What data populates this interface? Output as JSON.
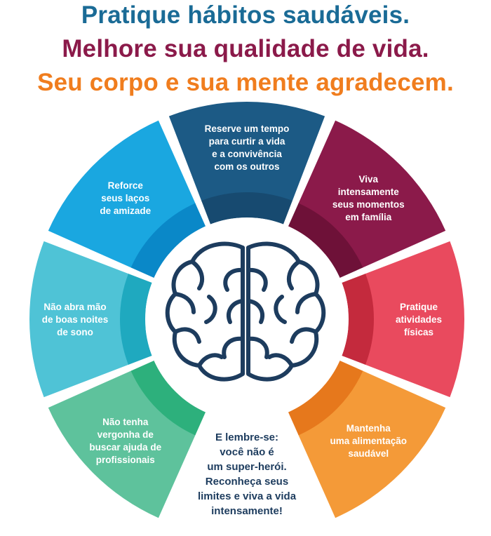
{
  "headlines": [
    {
      "text": "Pratique hábitos saudáveis.",
      "color": "#1a6b96"
    },
    {
      "text": "Melhore sua qualidade de vida.",
      "color": "#8b1a4a"
    },
    {
      "text": "Seu corpo e sua mente agradecem.",
      "color": "#f07d1e"
    }
  ],
  "segments": [
    {
      "lines": [
        "Reserve um tempo",
        "para curtir a vida",
        "e a convivência",
        "com os outros"
      ],
      "color": "#1c5a85",
      "inner_color": "#174a70"
    },
    {
      "lines": [
        "Viva",
        "intensamente",
        "seus momentos",
        "em família"
      ],
      "color": "#8b1a4a",
      "inner_color": "#6e1138"
    },
    {
      "lines": [
        "Pratique",
        "atividades",
        "físicas"
      ],
      "color": "#e94a5e",
      "inner_color": "#c42a3d"
    },
    {
      "lines": [
        "Mantenha",
        "uma alimentação",
        "saudável"
      ],
      "color": "#f49a38",
      "inner_color": "#e6781c"
    },
    {
      "lines": [],
      "color": "#ffffff",
      "inner_color": "#ffffff"
    },
    {
      "lines": [
        "Não tenha",
        "vergonha de",
        "buscar ajuda de",
        "profissionais"
      ],
      "color": "#5ec29c",
      "inner_color": "#2db07c"
    },
    {
      "lines": [
        "Não abra mão",
        "de boas noites",
        "de sono"
      ],
      "color": "#4fc3d6",
      "inner_color": "#1fa9bf"
    },
    {
      "lines": [
        "Reforce",
        "seus laços",
        "de amizade"
      ],
      "color": "#1aa7e0",
      "inner_color": "#0a88c8"
    }
  ],
  "center_message": {
    "lines": [
      "E lembre-se:",
      "você não é",
      "um super-herói.",
      "Reconheça seus",
      "limites e viva a vida",
      "intensamente!"
    ],
    "color": "#1d3c5e"
  },
  "icons": {
    "center": "brain-icon"
  },
  "colors": {
    "brain": "#1d3c5e",
    "background": "#ffffff"
  }
}
